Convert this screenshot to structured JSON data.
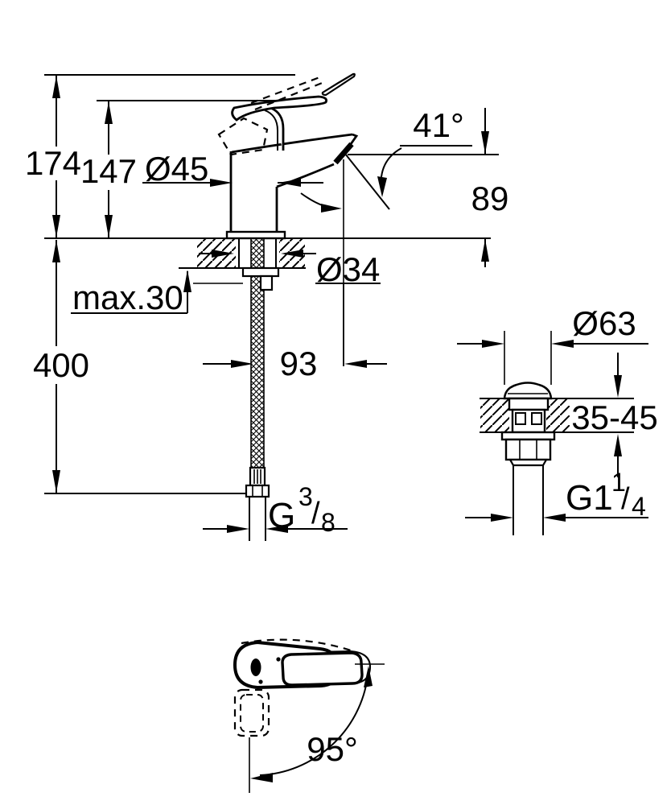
{
  "front_view": {
    "total_height": "174",
    "handle_height": "147",
    "body_diameter": "Ø45",
    "stream_angle": "41°",
    "outlet_height": "89",
    "max_deck_thickness": "max.30",
    "hole_diameter": "Ø34",
    "hose_length": "400",
    "projection": "93",
    "supply_thread": {
      "prefix": "G",
      "numerator": "3",
      "slash": "/",
      "denominator": "8"
    }
  },
  "waste_view": {
    "cap_diameter": "Ø63",
    "deck_thickness_range": "35-45",
    "thread": {
      "prefix": "G1",
      "numerator": "1",
      "slash": "/",
      "denominator": "4"
    }
  },
  "top_view": {
    "handle_swing_angle": "95°"
  },
  "colors": {
    "ink": "#000000",
    "background": "#ffffff"
  }
}
